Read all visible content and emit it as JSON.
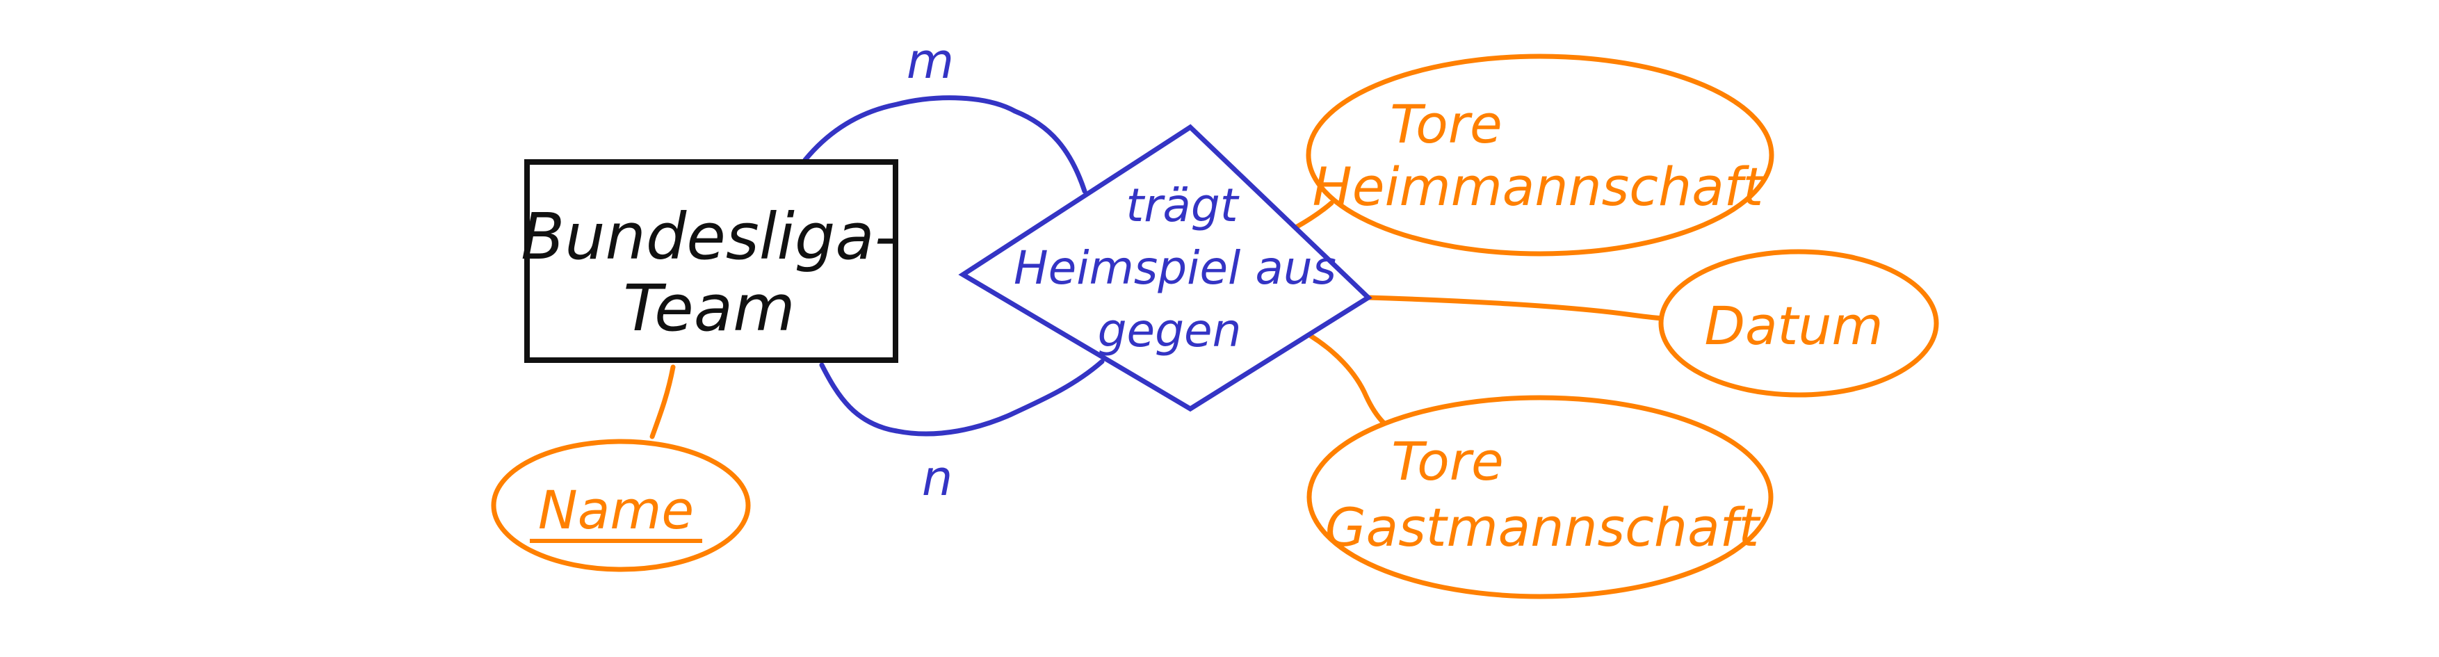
{
  "diagram": {
    "colors": {
      "entity": "#111111",
      "relationship": "#3434c4",
      "attribute": "#ff8000",
      "background": "#ffffff"
    },
    "entity": {
      "line1": "Bundesliga-",
      "line2": "Team"
    },
    "relationship": {
      "line1": "trägt",
      "line2": "Heimspiel aus",
      "line3": "gegen"
    },
    "cardinality": {
      "top": "m",
      "bottom": "n"
    },
    "attributes": {
      "name": "Name",
      "tore_heim_line1": "Tore",
      "tore_heim_line2": "Heimmannschaft",
      "datum": "Datum",
      "tore_gast_line1": "Tore",
      "tore_gast_line2": "Gastmannschaft"
    }
  }
}
